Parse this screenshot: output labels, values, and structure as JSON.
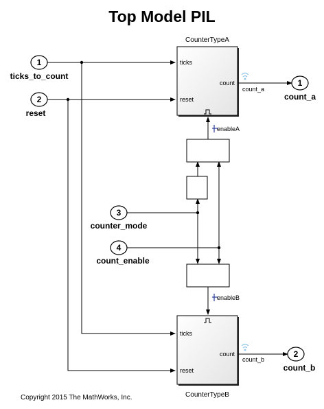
{
  "title": "Top Model PIL",
  "inports": [
    {
      "number": "1",
      "label": "ticks_to_count"
    },
    {
      "number": "2",
      "label": "reset"
    },
    {
      "number": "3",
      "label": "counter_mode"
    },
    {
      "number": "4",
      "label": "count_enable"
    }
  ],
  "outports": [
    {
      "number": "1",
      "label": "count_a"
    },
    {
      "number": "2",
      "label": "count_b"
    }
  ],
  "blocks": {
    "counter_a": {
      "name": "CounterTypeA",
      "in_ticks": "ticks",
      "in_reset": "reset",
      "out_count": "count",
      "enable_label": "enableA",
      "signal_label": "count_a"
    },
    "counter_b": {
      "name": "CounterTypeB",
      "in_ticks": "ticks",
      "in_reset": "reset",
      "out_count": "count",
      "enable_label": "enableB",
      "signal_label": "count_b"
    }
  },
  "copyright": "Copyright 2015 The MathWorks, Inc.",
  "colors": {
    "block_fill": "#f0f0f0",
    "enable_port": "#2a3b9c",
    "wifi_icon": "#8ec5e8"
  }
}
